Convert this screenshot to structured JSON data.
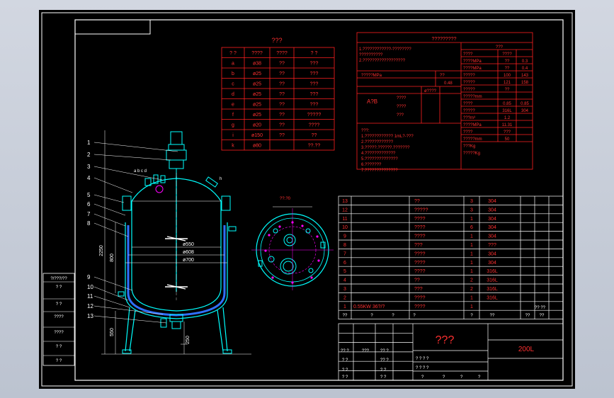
{
  "title_block": {
    "name": "???",
    "volume": "200L"
  },
  "nozzle_table": {
    "title": "???",
    "headers": [
      "? ?",
      "????",
      "????",
      "? ?"
    ],
    "rows": [
      [
        "a",
        "ø38",
        "??",
        "???"
      ],
      [
        "b",
        "ø25",
        "??",
        "???"
      ],
      [
        "c",
        "ø25",
        "??",
        "???"
      ],
      [
        "d",
        "ø25",
        "??",
        "???"
      ],
      [
        "e",
        "ø25",
        "??",
        "???"
      ],
      [
        "f",
        "ø25",
        "??",
        "?????"
      ],
      [
        "g",
        "ø20",
        "??",
        "????"
      ],
      [
        "i",
        "ø150",
        "??",
        "??"
      ],
      [
        "k",
        "ø80",
        "",
        "??.??"
      ]
    ]
  },
  "spec_table": {
    "title": "?????????",
    "left_lines": [
      "1.????????????-????????",
      "??????????",
      "2.??????????????????"
    ],
    "right_head": "???",
    "right_rows": [
      [
        "????",
        "????"
      ],
      [
        "????MPa",
        "??",
        "0.3"
      ],
      [
        "????MPa",
        "??",
        "0.4"
      ],
      [
        "?????",
        "100",
        "143"
      ],
      [
        "?????",
        "121",
        "158"
      ],
      [
        "?????",
        "??",
        ""
      ],
      [
        "?????mm",
        ""
      ],
      [
        "????",
        "0.85",
        "0.85"
      ],
      [
        "?????",
        "316L",
        "304"
      ],
      [
        "???m³",
        "1.2",
        ""
      ],
      [
        "????MPa",
        "11.31",
        ""
      ],
      [
        "????",
        "???",
        ""
      ],
      [
        "?????mm",
        "50",
        ""
      ],
      [
        "???Kg",
        ""
      ],
      [
        "?????Kg",
        ""
      ]
    ],
    "mid_labels": [
      "?????MPa",
      "??",
      "0.48",
      "A?B",
      "????",
      "????",
      "???",
      "ø????"
    ],
    "notes": [
      "???:",
      "1.???????????? 1mL?-???",
      "2.????????????",
      "3.?????.??????.???????",
      "4.?????????????",
      "5.??????????????",
      "6.???????",
      "7.??????????????"
    ]
  },
  "bom": {
    "rows": [
      {
        "no": "13",
        "name": "??",
        "qty": "3",
        "mat": "304"
      },
      {
        "no": "12",
        "name": "?????",
        "qty": "3",
        "mat": "304"
      },
      {
        "no": "11",
        "name": "????",
        "qty": "1",
        "mat": "304"
      },
      {
        "no": "10",
        "name": "????",
        "qty": "6",
        "mat": "304"
      },
      {
        "no": "9",
        "name": "????",
        "qty": "1",
        "mat": "304"
      },
      {
        "no": "8",
        "name": "???",
        "qty": "1",
        "mat": "???"
      },
      {
        "no": "7",
        "name": "????",
        "qty": "1",
        "mat": "304"
      },
      {
        "no": "6",
        "name": "????",
        "qty": "1",
        "mat": "304"
      },
      {
        "no": "5",
        "name": "????",
        "qty": "1",
        "mat": "316L"
      },
      {
        "no": "4",
        "name": "??",
        "qty": "2",
        "mat": "316L"
      },
      {
        "no": "3",
        "name": "???",
        "qty": "2",
        "mat": "316L"
      },
      {
        "no": "2",
        "name": "????",
        "qty": "1",
        "mat": "316L"
      },
      {
        "no": "1",
        "name": "????",
        "qty": "1",
        "mat": "",
        "extra": "0.55KW   36?/?"
      }
    ],
    "header": [
      "??",
      "?",
      "?",
      "?",
      "?",
      "??",
      "??",
      "??"
    ],
    "weight_label": "?? ??"
  },
  "left_panel": {
    "items": [
      "?/???/??",
      "? ?",
      "? ?",
      "????",
      "????",
      "? ?",
      "? ?"
    ]
  },
  "dims": {
    "h_total": "2250",
    "h_800": "800",
    "h_550": "550",
    "h_250": "250",
    "d550": "ø550",
    "d608": "ø608",
    "d700": "ø700",
    "plan_angle": "??.?0"
  },
  "part_numbers": [
    "1",
    "2",
    "3",
    "4",
    "5",
    "6",
    "7",
    "8",
    "9",
    "10",
    "11",
    "12",
    "13"
  ],
  "nozzle_letters": "a b c d",
  "nozzle_h": "h",
  "title_block_small": [
    "?? ?",
    "???",
    "?? ?",
    "? ?",
    "?? ?",
    "? ?",
    "? ?",
    "? ? ? ?",
    "? ? ? ?",
    "? ?",
    "? ?",
    "?",
    "?",
    "?",
    "?"
  ]
}
